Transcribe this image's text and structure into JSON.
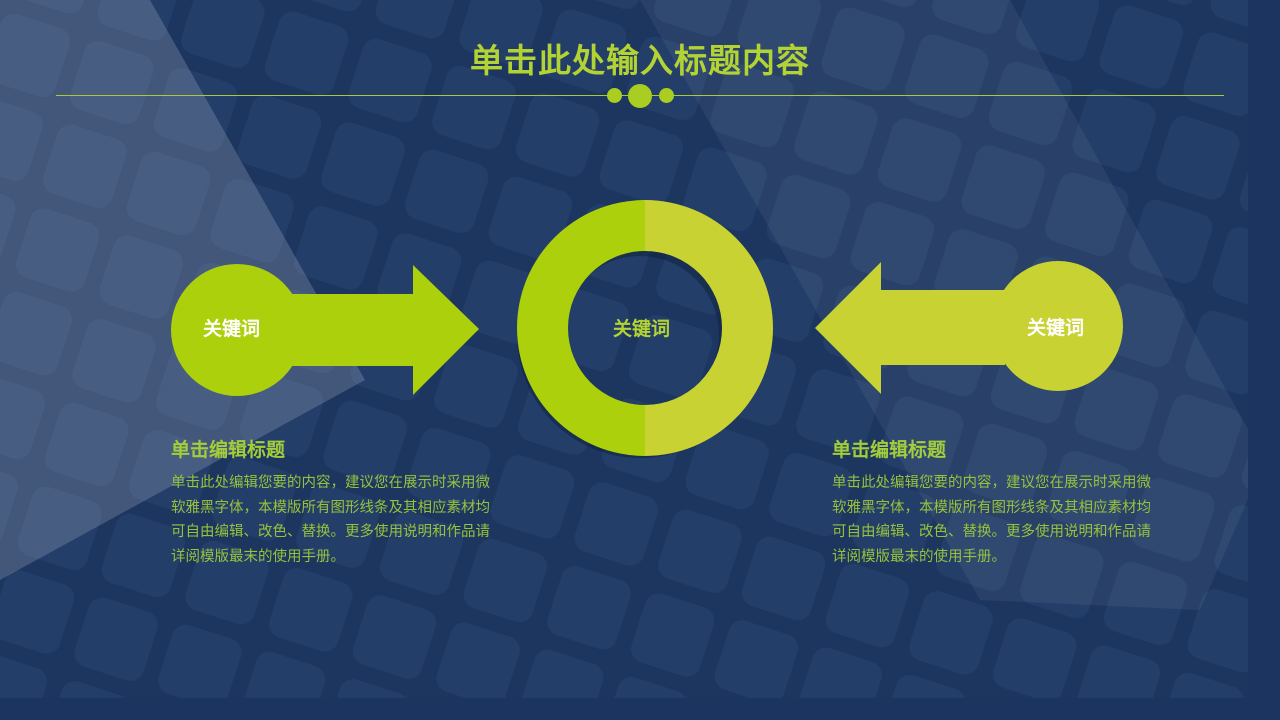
{
  "slide": {
    "title": "单击此处输入标题内容",
    "center_keyword": "关键词",
    "left": {
      "keyword": "关键词",
      "heading": "单击编辑标题",
      "body": "单击此处编辑您要的内容，建议您在展示时采用微软雅黑字体，本模版所有图形线条及其相应素材均可自由编辑、改色、替换。更多使用说明和作品请详阅模版最末的使用手册。"
    },
    "right": {
      "keyword": "关键词",
      "heading": "单击编辑标题",
      "body": "单击此处编辑您要的内容，建议您在展示时采用微软雅黑字体，本模版所有图形线条及其相应素材均可自由编辑、改色、替换。更多使用说明和作品请详阅模版最末的使用手册。"
    }
  },
  "colors": {
    "background": "#1c3660",
    "accent_green": "#acd00c",
    "accent_yellow_green": "#c8d232",
    "text_green": "#98c23c"
  }
}
